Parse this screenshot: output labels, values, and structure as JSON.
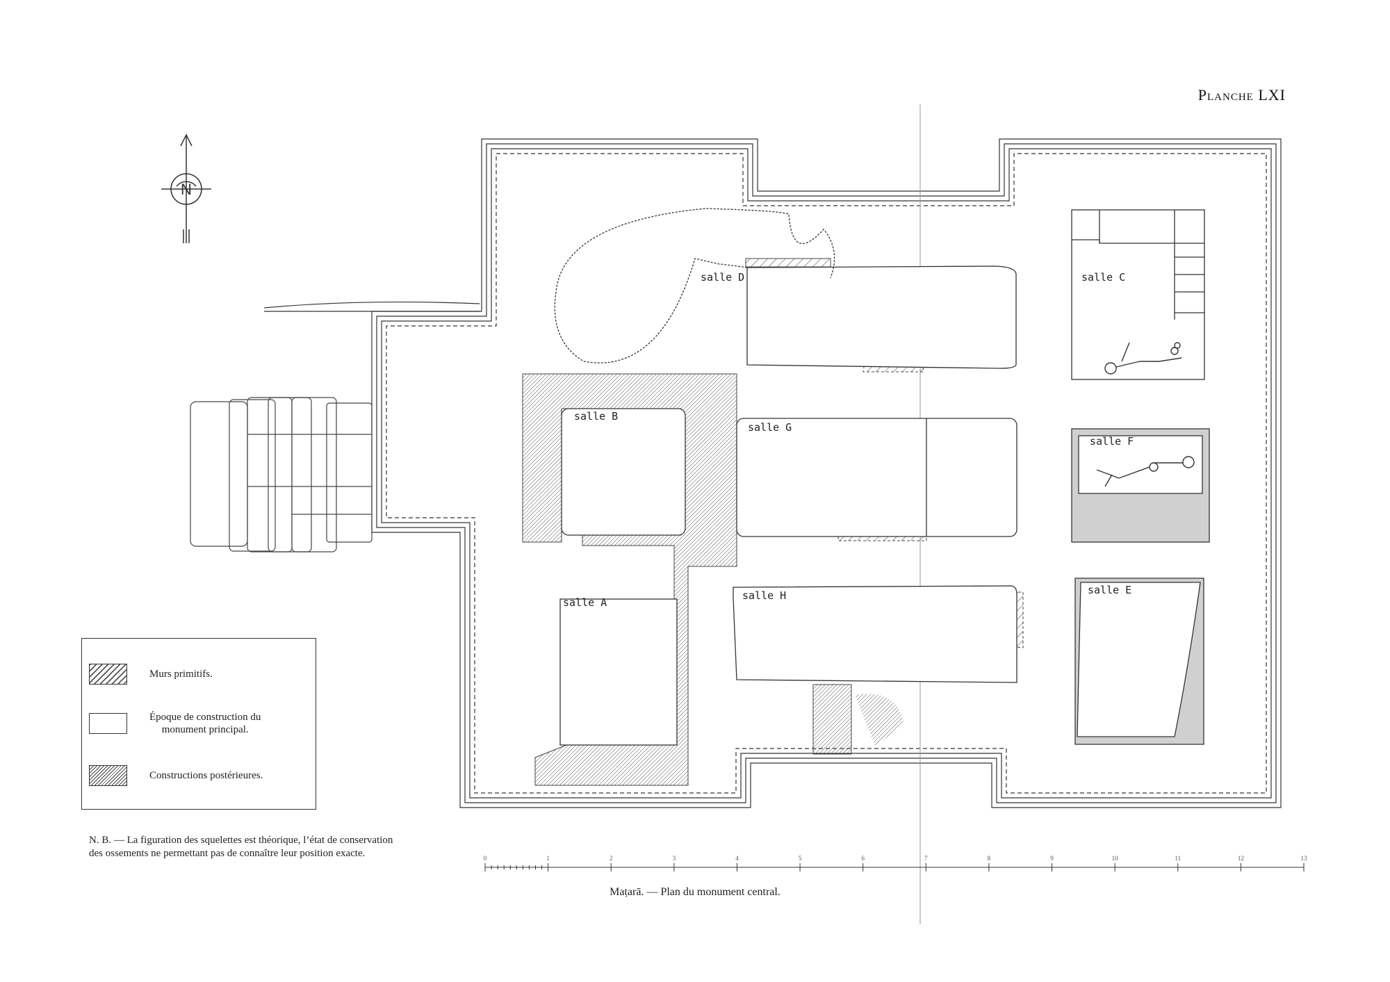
{
  "plate_title": "Planche LXI",
  "rooms": {
    "a": "salle A",
    "b": "salle B",
    "c": "salle C",
    "d": "salle D",
    "e": "salle E",
    "f": "salle F",
    "g": "salle G",
    "h": "salle H"
  },
  "legend": {
    "primitive": "Murs primitifs.",
    "main_line1": "Époque de construction du",
    "main_line2": "monument principal.",
    "posterior": "Constructions postérieures."
  },
  "note": {
    "head": "N. B. —",
    "body": "La figuration des squelettes est théorique, l’état de conservation des ossements ne permettant pas de connaître leur position exacte."
  },
  "scale": {
    "labels": [
      "0",
      "1",
      "2",
      "3",
      "4",
      "5",
      "6",
      "7",
      "8",
      "9",
      "10",
      "11",
      "12",
      "13"
    ]
  },
  "caption": "Maṭarā. — Plan du monument central.",
  "compass_letter": "N",
  "colors": {
    "ink": "#333333",
    "later_fill": "#cfcfcf",
    "paper": "#ffffff"
  }
}
